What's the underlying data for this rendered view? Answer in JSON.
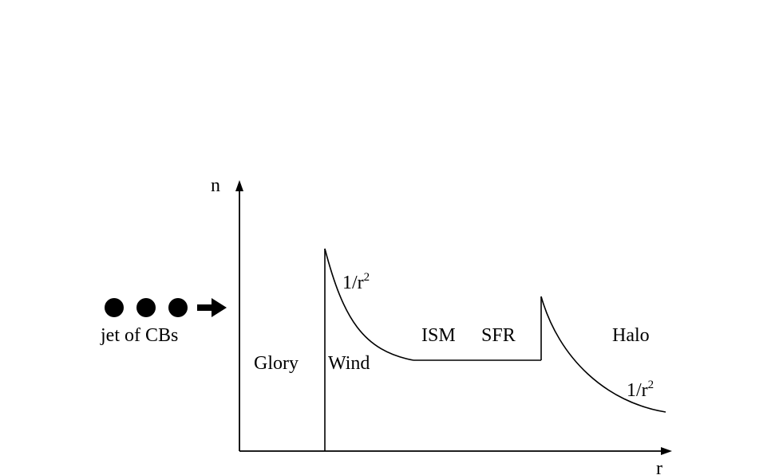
{
  "axes": {
    "y_label": "n",
    "x_label": "r"
  },
  "jet": {
    "label": "jet of CBs",
    "clump_count": 3
  },
  "regions": {
    "glory": "Glory",
    "wind": "Wind",
    "ism": "ISM",
    "sfr": "SFR",
    "halo": "Halo"
  },
  "profile_labels": {
    "wind_base": "1/r",
    "wind_exp": "2",
    "halo_base": "1/r",
    "halo_exp": "2"
  },
  "colors": {
    "ink": "#000000",
    "background": "#ffffff"
  }
}
